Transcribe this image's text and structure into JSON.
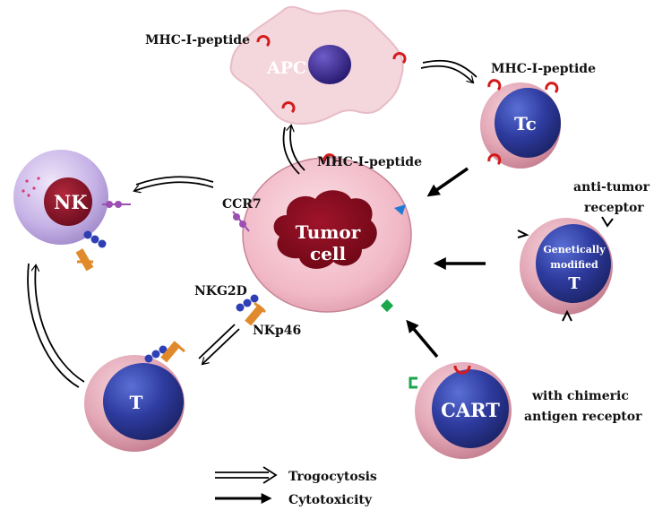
{
  "labels": {
    "apc": "APC",
    "tc": "Tc",
    "nk": "NK",
    "tumor_line1": "Tumor",
    "tumor_line2": "cell",
    "gm_line1": "Genetically",
    "gm_line2": "modified",
    "gm_line3": "T",
    "t": "T",
    "cart": "CART",
    "mhc_apc": "MHC-I-peptide",
    "mhc_tc": "MHC-I-peptide",
    "mhc_tumor": "MHC-I-peptide",
    "ccr7": "CCR7",
    "nkg2d": "NKG2D",
    "nkp46": "NKp46",
    "anti_tumor_line1": "anti-tumor",
    "anti_tumor_line2": "receptor",
    "chimeric_line1": "with chimeric",
    "chimeric_line2": "antigen receptor"
  },
  "legend": {
    "trogocytosis": "Trogocytosis",
    "cytotoxicity": "Cytotoxicity"
  },
  "colors": {
    "cell_pink": "#e2a9b6",
    "nucleus_blue": "#2f3fa0",
    "tumor_red": "#8b0a1c",
    "nk_lavender": "#c7b3e6",
    "apc_pink": "#f3d3da",
    "apc_nucleus": "#3b2a8f",
    "mhc_red": "#d41a1a",
    "nkg2d_blue": "#2e3fb5",
    "nkp46_orange": "#e08a2c",
    "ccr7_purple": "#9b4fb3"
  }
}
